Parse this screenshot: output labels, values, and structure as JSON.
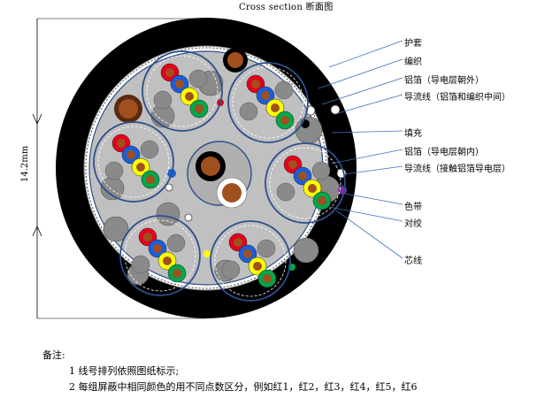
{
  "title": "Cross section 断面图",
  "diameter_label": "14.2mm",
  "callouts": [
    "护套",
    "编织",
    "铝箔（导电层朝外）",
    "导流线（铝箔和编织中间）",
    "填充",
    "铝箔（导电层朝内）",
    "导流线（接触铝箔导电层）",
    "色带",
    "对绞",
    "芯线"
  ],
  "notes": {
    "heading": "备注:",
    "items": [
      "1 线号排列依照图纸标示;",
      "2 每组屏蔽中相同颜色的用不同点数区分，例如红1，红2，红3，红4，红5，红6"
    ]
  },
  "colors": {
    "jacket": "#000000",
    "filler": "#c0c0c0",
    "foil": "#2d4f8a",
    "red": "#e4001b",
    "blue": "#1a5ed8",
    "yellow": "#ffff00",
    "green": "#00a64a",
    "copper": "#a0501e",
    "grey_filler": "#8a8a8a",
    "purple": "#7b2ea8"
  }
}
